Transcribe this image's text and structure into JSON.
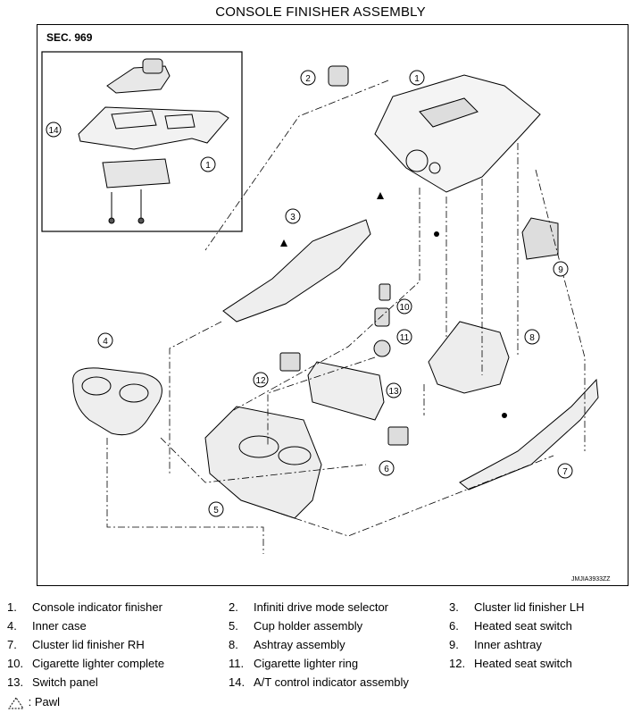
{
  "title": "CONSOLE FINISHER ASSEMBLY",
  "section_label": "SEC. 969",
  "reference_code": "JMJIA3933ZZ",
  "callouts": [
    "1",
    "2",
    "3",
    "4",
    "5",
    "6",
    "7",
    "8",
    "9",
    "10",
    "11",
    "12",
    "13",
    "14"
  ],
  "legend": [
    {
      "num": "1.",
      "text": "Console indicator finisher"
    },
    {
      "num": "2.",
      "text": "Infiniti drive mode selector"
    },
    {
      "num": "3.",
      "text": "Cluster lid finisher LH"
    },
    {
      "num": "4.",
      "text": "Inner case"
    },
    {
      "num": "5.",
      "text": "Cup holder assembly"
    },
    {
      "num": "6.",
      "text": "Heated seat switch"
    },
    {
      "num": "7.",
      "text": "Cluster lid finisher RH"
    },
    {
      "num": "8.",
      "text": "Ashtray assembly"
    },
    {
      "num": "9.",
      "text": "Inner ashtray"
    },
    {
      "num": "10.",
      "text": "Cigarette lighter complete"
    },
    {
      "num": "11.",
      "text": "Cigarette lighter ring"
    },
    {
      "num": "12.",
      "text": "Heated seat switch"
    },
    {
      "num": "13.",
      "text": "Switch panel"
    },
    {
      "num": "14.",
      "text": "A/T control indicator assembly"
    }
  ],
  "pawl_label": ": Pawl"
}
